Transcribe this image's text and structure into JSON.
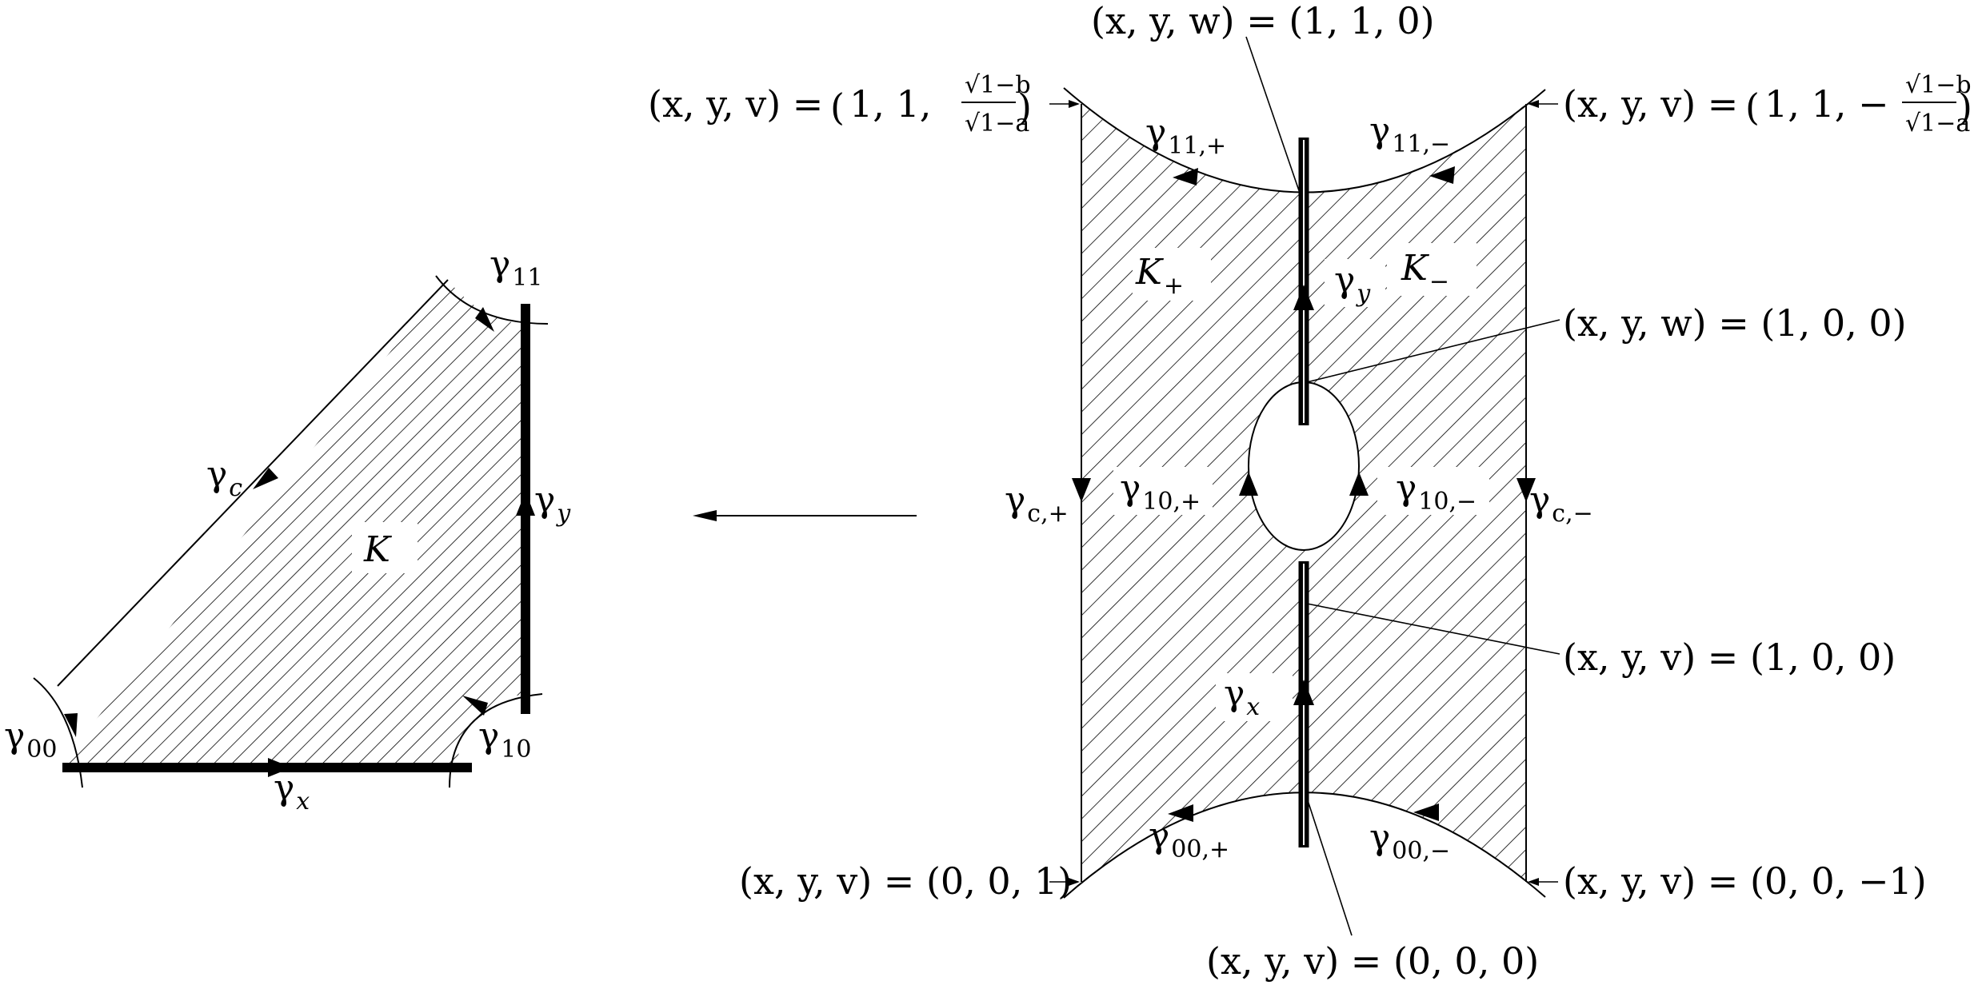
{
  "left": {
    "region": "K",
    "curves": {
      "c": {
        "sym": "γ",
        "sub": "c"
      },
      "y": {
        "sym": "γ",
        "sub": "y"
      },
      "x": {
        "sym": "γ",
        "sub": "x"
      },
      "g00": {
        "sym": "γ",
        "sub": "00"
      },
      "g10": {
        "sym": "γ",
        "sub": "10"
      },
      "g11": {
        "sym": "γ",
        "sub": "11"
      }
    }
  },
  "right": {
    "regions": {
      "plus": {
        "base": "K",
        "sub": "+"
      },
      "minus": {
        "base": "K",
        "sub": "−"
      }
    },
    "curves": {
      "g11p": {
        "sym": "γ",
        "sub": "11,+"
      },
      "g11m": {
        "sym": "γ",
        "sub": "11,−"
      },
      "gcp": {
        "sym": "γ",
        "sub": "c,+"
      },
      "gcm": {
        "sym": "γ",
        "sub": "c,−"
      },
      "g10p": {
        "sym": "γ",
        "sub": "10,+"
      },
      "g10m": {
        "sym": "γ",
        "sub": "10,−"
      },
      "g00p": {
        "sym": "γ",
        "sub": "00,+"
      },
      "g00m": {
        "sym": "γ",
        "sub": "00,−"
      },
      "gy": {
        "sym": "γ",
        "sub": "y"
      },
      "gx": {
        "sym": "γ",
        "sub": "x"
      }
    }
  },
  "coords": {
    "top_w": "(x, y, w) = (1, 1, 0)",
    "top_left_prefix": "(x, y, v) =",
    "top_left_terms": "1, 1,",
    "top_right_prefix": "(x, y, v) =",
    "top_right_terms": "1, 1, −",
    "frac_num": "√1−b",
    "frac_den": "√1−a",
    "mid_w": "(x, y, w) = (1, 0, 0)",
    "mid_v": "(x, y, v) = (1, 0, 0)",
    "bottom_left": "(x, y, v) = (0, 0, 1)",
    "bottom_right": "(x, y, v) = (0, 0, −1)",
    "bottom_center": "(x, y, v) = (0, 0, 0)"
  }
}
